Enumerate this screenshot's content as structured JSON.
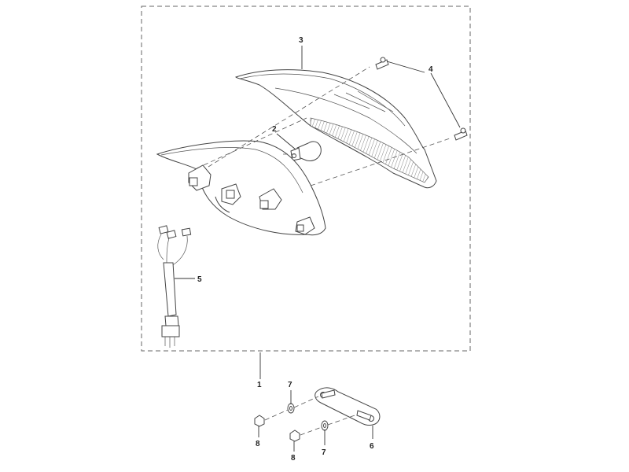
{
  "callouts": {
    "c1": "1",
    "c2": "2",
    "c3": "3",
    "c4": "4",
    "c5": "5",
    "c6": "6",
    "c7a": "7",
    "c7b": "7",
    "c8a": "8",
    "c8b": "8"
  }
}
